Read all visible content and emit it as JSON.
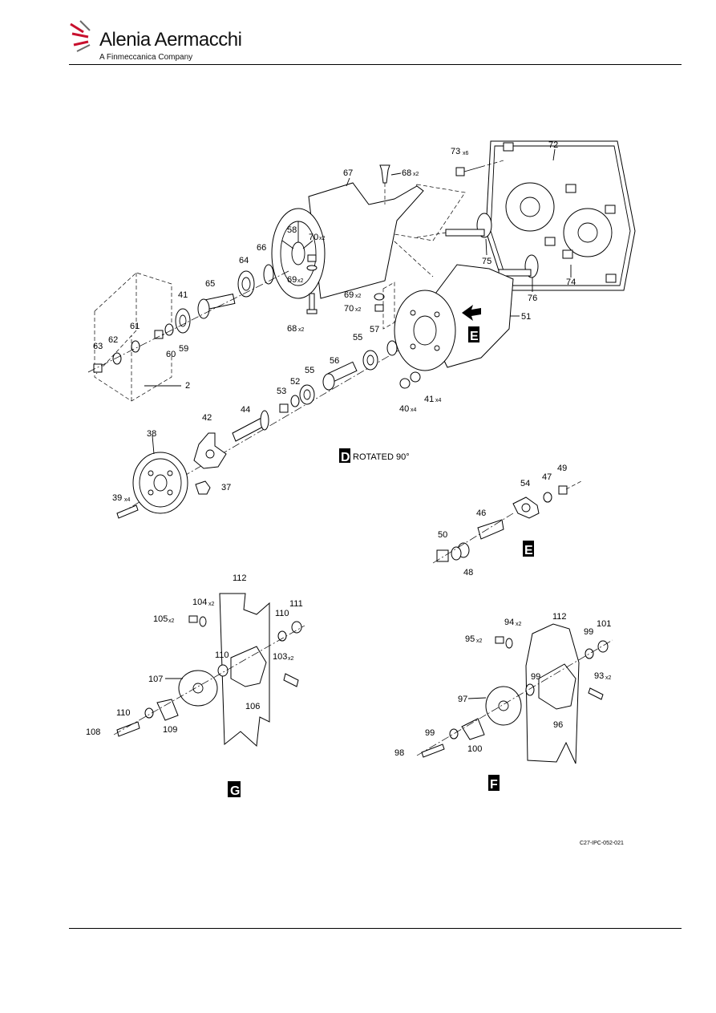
{
  "header": {
    "brand": "Alenia Aermacchi",
    "subbrand": "A Finmeccanica Company"
  },
  "figure_ref": "C27-IPC-052-021",
  "view_labels": {
    "D_letter": "D",
    "D_caption": "ROTATED 90°",
    "E_letter": "E",
    "E_detail_letter": "E",
    "F_letter": "F",
    "G_letter": "G"
  },
  "callouts": {
    "c72": "72",
    "c73": "73",
    "c73q": "x6",
    "c67": "67",
    "c68a": "68",
    "c68aq": "x2",
    "c58": "58",
    "c70a": "70",
    "c70aq": "x2",
    "c66": "66",
    "c64": "64",
    "c69a": "69",
    "c69aq": "x2",
    "c65": "65",
    "c41a": "41",
    "c61": "61",
    "c62": "62",
    "c63": "63",
    "c60": "60",
    "c59": "59",
    "c2": "2",
    "c68b": "68",
    "c68bq": "x2",
    "c75": "75",
    "c74": "74",
    "c76": "76",
    "c51": "51",
    "c69b": "69",
    "c69bq": "x2",
    "c70b": "70",
    "c70bq": "x2",
    "c57": "57",
    "c55a": "55",
    "c56": "56",
    "c55b": "55",
    "c52": "52",
    "c53": "53",
    "c44": "44",
    "c42": "42",
    "c40": "40",
    "c40q": "x4",
    "c41b": "41",
    "c41bq": "x4",
    "c38": "38",
    "c39": "39",
    "c39q": "x4",
    "c37": "37",
    "c54": "54",
    "c47": "47",
    "c49": "49",
    "c46": "46",
    "c50": "50",
    "c48": "48",
    "c112a": "112",
    "c104": "104",
    "c104q": "x2",
    "c105": "105",
    "c105q": "x2",
    "c110a": "110",
    "c111": "111",
    "c110b": "110",
    "c103": "103",
    "c103q": "x2",
    "c107": "107",
    "c106": "106",
    "c110c": "110",
    "c108": "108",
    "c109": "109",
    "c94": "94",
    "c94q": "x2",
    "c112b": "112",
    "c95": "95",
    "c95q": "x2",
    "c99a": "99",
    "c101": "101",
    "c99b": "99",
    "c93": "93",
    "c93q": "x2",
    "c97": "97",
    "c96": "96",
    "c99c": "99",
    "c98": "98",
    "c100": "100"
  }
}
